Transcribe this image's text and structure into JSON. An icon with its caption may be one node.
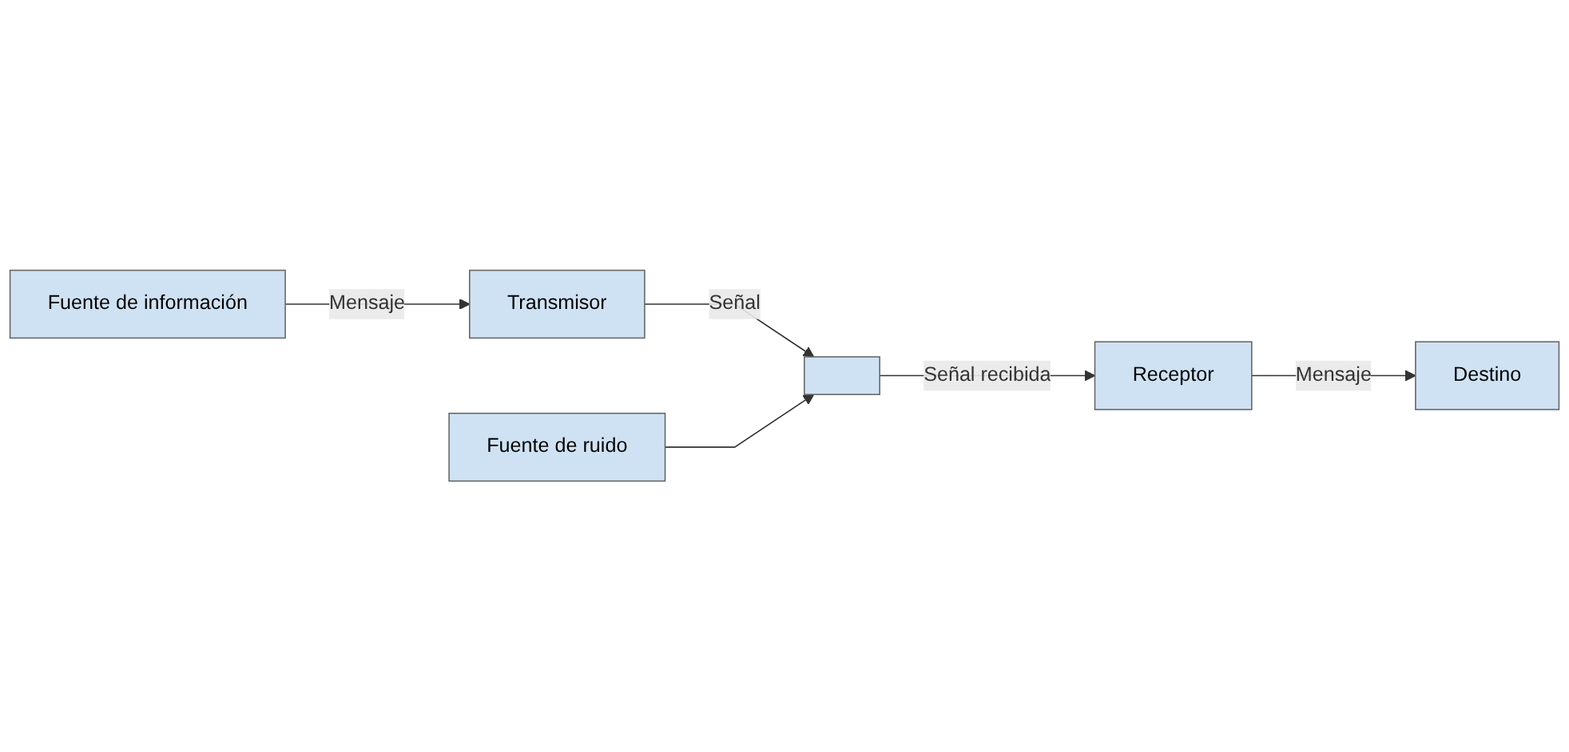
{
  "diagram": {
    "nodes": [
      {
        "text": [
          "Fuente de información"
        ]
      },
      {
        "text": [
          "Transmisor"
        ]
      },
      {
        "text": [],
        "shape": "box"
      },
      {
        "text": [
          "Receptor"
        ]
      },
      {
        "text": [
          "Destino"
        ]
      },
      {
        "text": [
          "Fuente de ruido"
        ]
      }
    ],
    "edges": [
      {
        "from": 0,
        "to": 1,
        "arrow": "to",
        "label": "Mensaje"
      },
      {
        "from": 1,
        "to": 2,
        "arrow": "to",
        "label": "Señal"
      },
      {
        "from": 2,
        "to": 3,
        "arrow": "to",
        "label": "Señal recibida"
      },
      {
        "from": 3,
        "to": 4,
        "arrow": "to",
        "label": "Mensaje"
      },
      {
        "from": 5,
        "to": 2,
        "arrow": "to"
      }
    ]
  }
}
